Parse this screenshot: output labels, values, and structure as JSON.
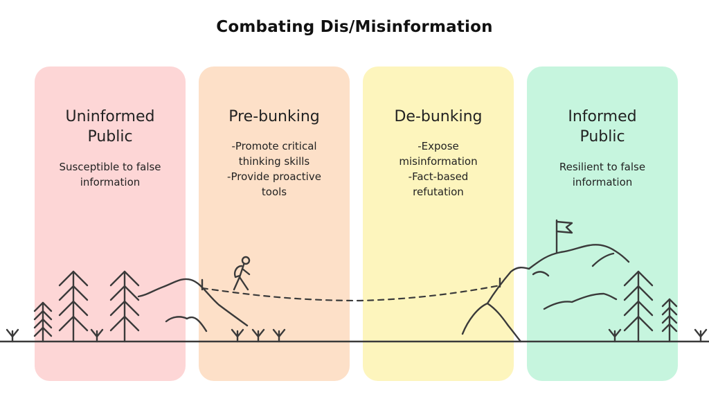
{
  "title": "Combating Dis/Misinformation",
  "colors": {
    "panel_1": "#fdd6d6",
    "panel_2": "#fde0c8",
    "panel_3": "#fdf5bd",
    "panel_4": "#c6f5de",
    "ink": "#3a3a3a"
  },
  "stages": [
    {
      "title": "Uninformed\nPublic",
      "body": "Susceptible to false\ninformation"
    },
    {
      "title": "Pre-bunking",
      "body": "-Promote critical\nthinking skills\n-Provide proactive\ntools"
    },
    {
      "title": "De-bunking",
      "body": "-Expose\nmisinformation\n-Fact-based\nrefutation"
    },
    {
      "title": "Informed\nPublic",
      "body": "Resilient to false\ninformation"
    }
  ],
  "icons": [
    "pine-tree-icon",
    "hiker-icon",
    "flag-icon",
    "mountain-icon",
    "grass-icon"
  ]
}
